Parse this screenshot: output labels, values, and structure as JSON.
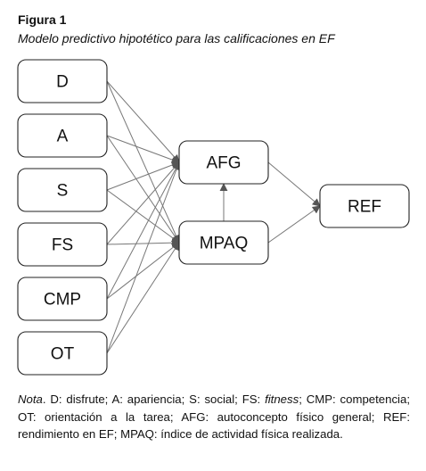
{
  "figure": {
    "label": "Figura 1",
    "caption": "Modelo predictivo hipotético para las calificaciones en EF"
  },
  "diagram": {
    "nodes": [
      {
        "id": "D",
        "label": "D"
      },
      {
        "id": "A",
        "label": "A"
      },
      {
        "id": "S",
        "label": "S"
      },
      {
        "id": "FS",
        "label": "FS"
      },
      {
        "id": "CMP",
        "label": "CMP"
      },
      {
        "id": "OT",
        "label": "OT"
      },
      {
        "id": "AFG",
        "label": "AFG"
      },
      {
        "id": "MPAQ",
        "label": "MPAQ"
      },
      {
        "id": "REF",
        "label": "REF"
      }
    ],
    "edges": [
      [
        "D",
        "AFG"
      ],
      [
        "D",
        "MPAQ"
      ],
      [
        "A",
        "AFG"
      ],
      [
        "A",
        "MPAQ"
      ],
      [
        "S",
        "AFG"
      ],
      [
        "S",
        "MPAQ"
      ],
      [
        "FS",
        "AFG"
      ],
      [
        "FS",
        "MPAQ"
      ],
      [
        "CMP",
        "AFG"
      ],
      [
        "CMP",
        "MPAQ"
      ],
      [
        "OT",
        "AFG"
      ],
      [
        "OT",
        "MPAQ"
      ],
      [
        "MPAQ",
        "AFG"
      ],
      [
        "AFG",
        "REF"
      ],
      [
        "MPAQ",
        "REF"
      ]
    ]
  },
  "note": {
    "lead": "Nota",
    "part1": ". D: disfrute; A: apariencia; S: social; FS: ",
    "fitness": "fitness",
    "part2": "; CMP: competencia; OT: orientación a la tarea; AFG: autoconcepto físico general; REF: rendimiento en EF; MPAQ: índice de actividad física realizada."
  }
}
